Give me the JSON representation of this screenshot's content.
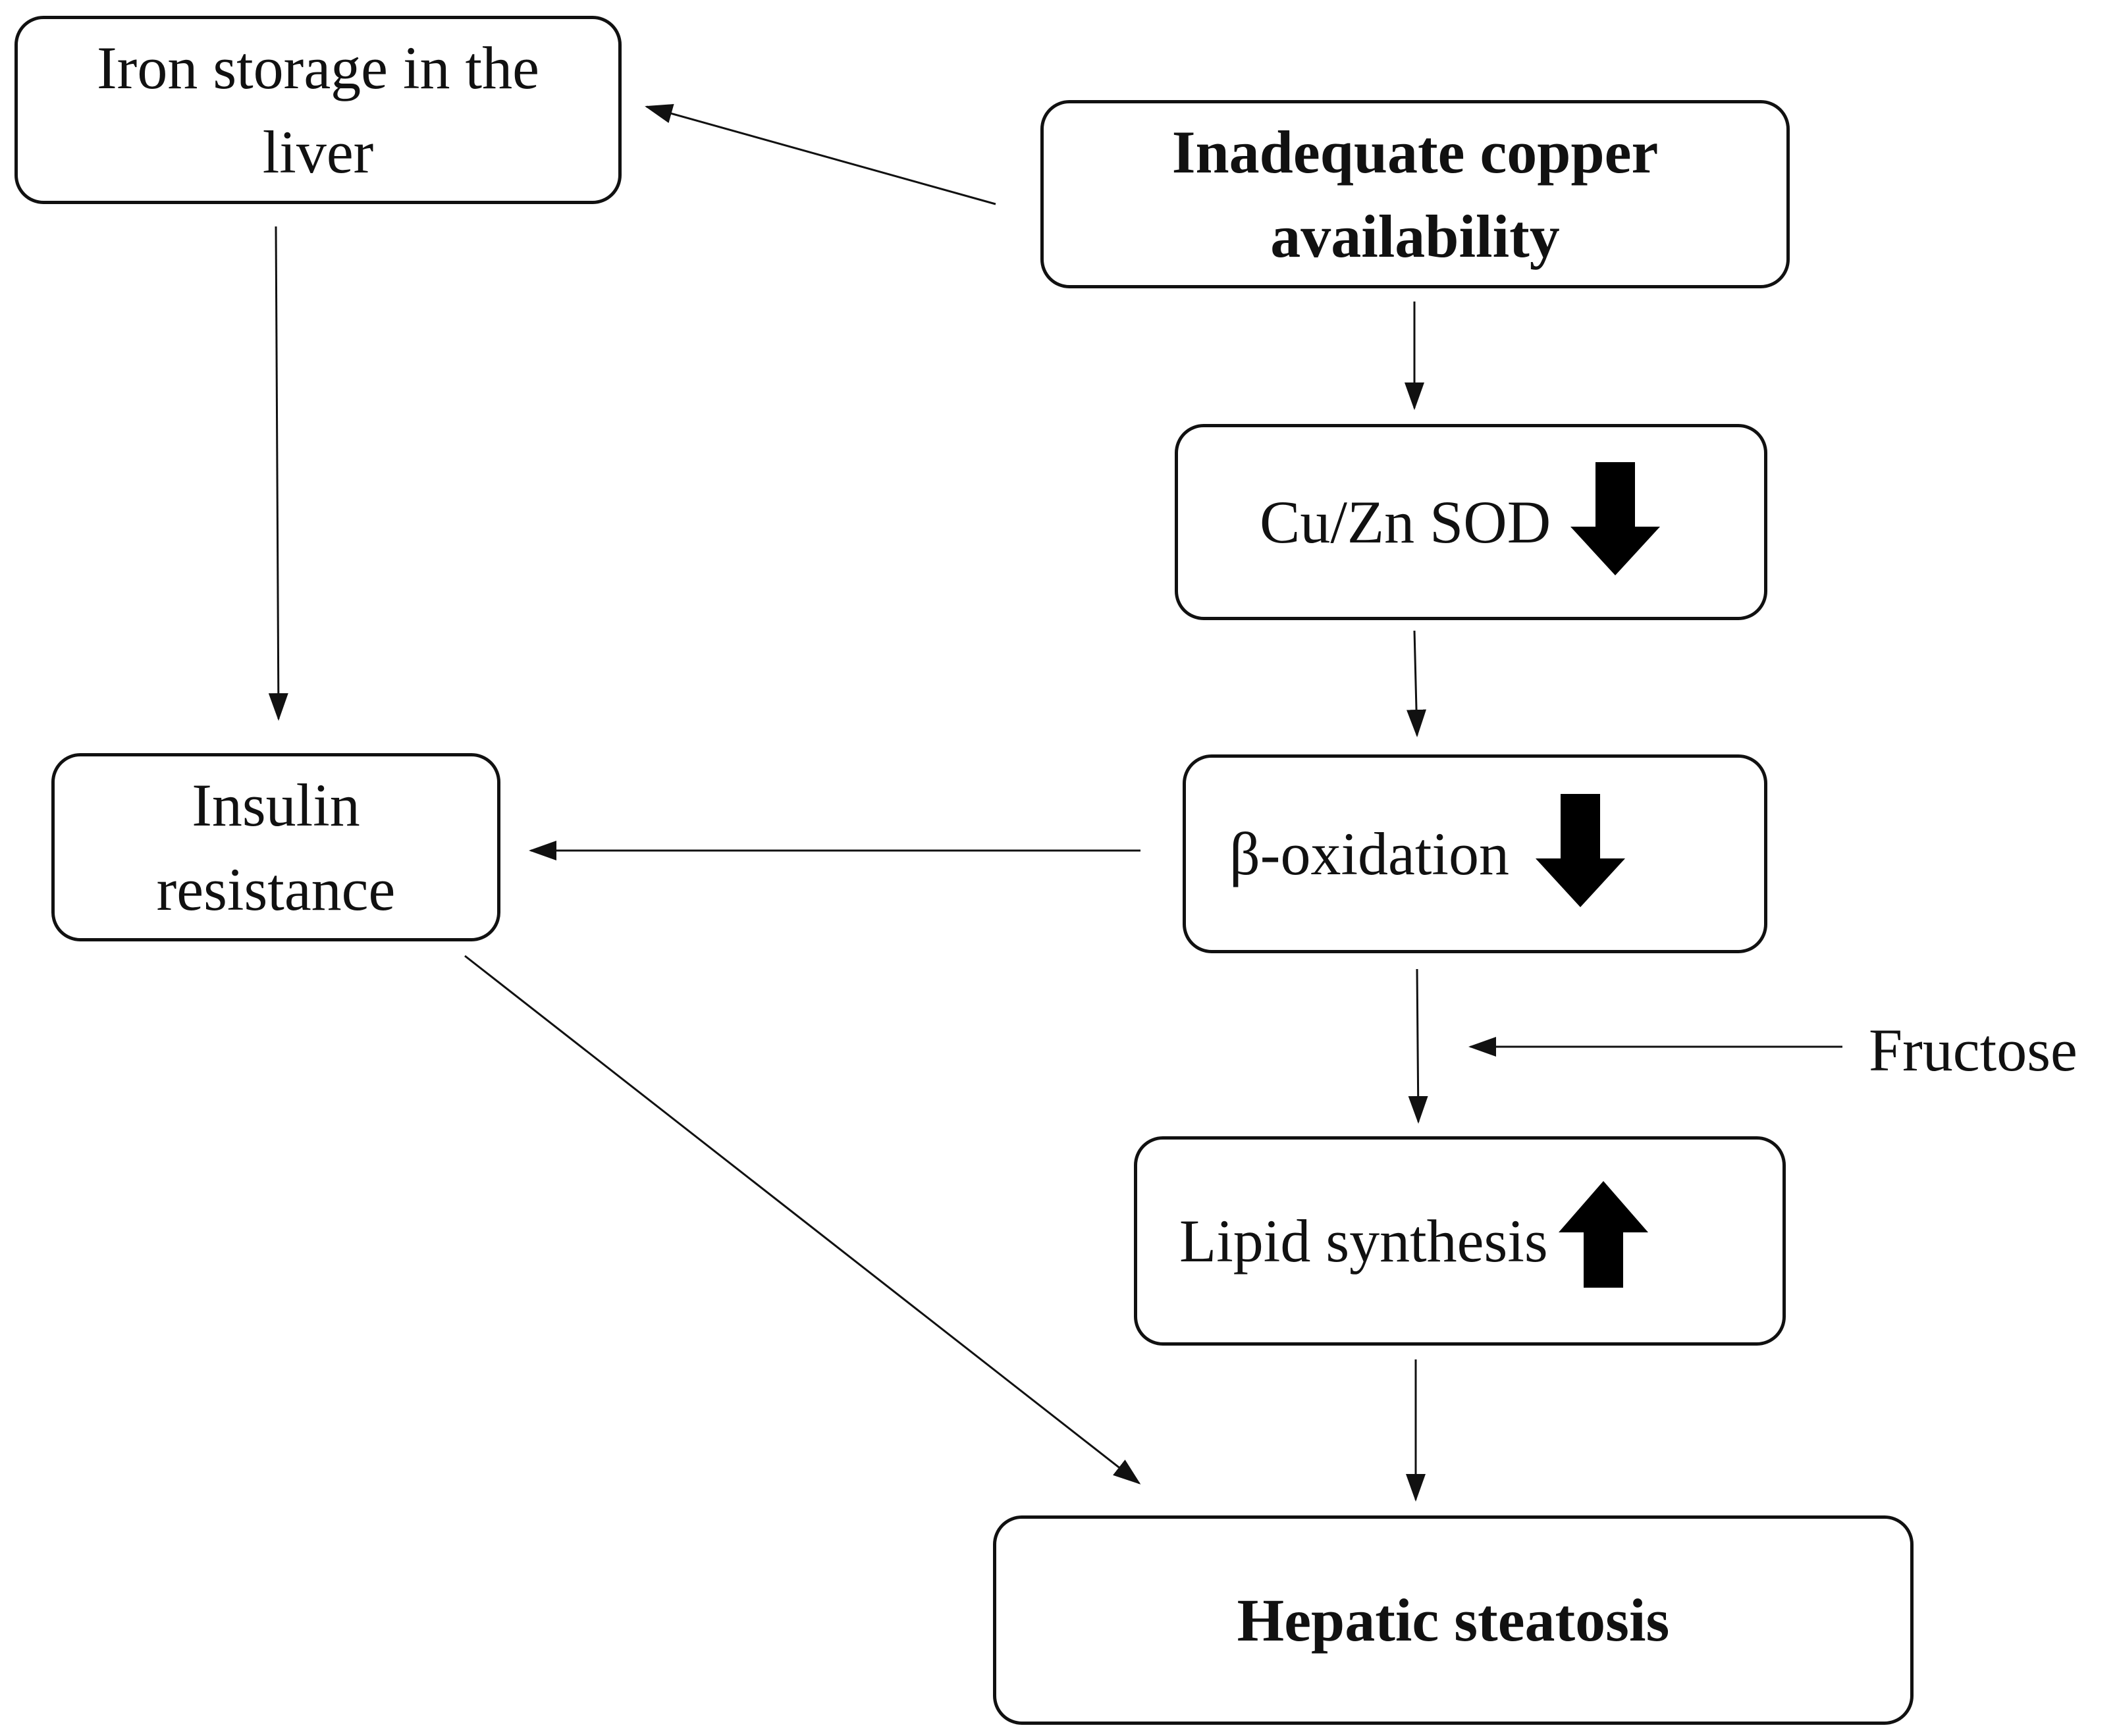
{
  "nodes": {
    "iron_storage": {
      "label_line1": "Iron storage in the",
      "label_line2": "liver"
    },
    "inadequate_copper": {
      "label_line1": "Inadequate copper",
      "label_line2": "availability"
    },
    "cu_zn_sod": {
      "label": "Cu/Zn SOD",
      "indicator": "down-arrow-icon"
    },
    "beta_oxidation": {
      "label": "β-oxidation",
      "indicator": "down-arrow-icon"
    },
    "insulin_resistance": {
      "label_line1": "Insulin",
      "label_line2": "resistance"
    },
    "lipid_synthesis": {
      "label": "Lipid synthesis",
      "indicator": "up-arrow-icon"
    },
    "hepatic_steatosis": {
      "label": "Hepatic steatosis"
    }
  },
  "free_labels": {
    "fructose": "Fructose"
  },
  "edges": [
    {
      "from": "inadequate_copper",
      "to": "iron_storage"
    },
    {
      "from": "inadequate_copper",
      "to": "cu_zn_sod"
    },
    {
      "from": "cu_zn_sod",
      "to": "beta_oxidation"
    },
    {
      "from": "iron_storage",
      "to": "insulin_resistance"
    },
    {
      "from": "beta_oxidation",
      "to": "insulin_resistance"
    },
    {
      "from": "beta_oxidation",
      "to": "lipid_synthesis"
    },
    {
      "from": "fructose",
      "to": "beta_oxidation-lipid_synthesis-edge"
    },
    {
      "from": "insulin_resistance",
      "to": "hepatic_steatosis"
    },
    {
      "from": "lipid_synthesis",
      "to": "hepatic_steatosis"
    }
  ],
  "colors": {
    "stroke": "#111111",
    "background": "#ffffff"
  }
}
